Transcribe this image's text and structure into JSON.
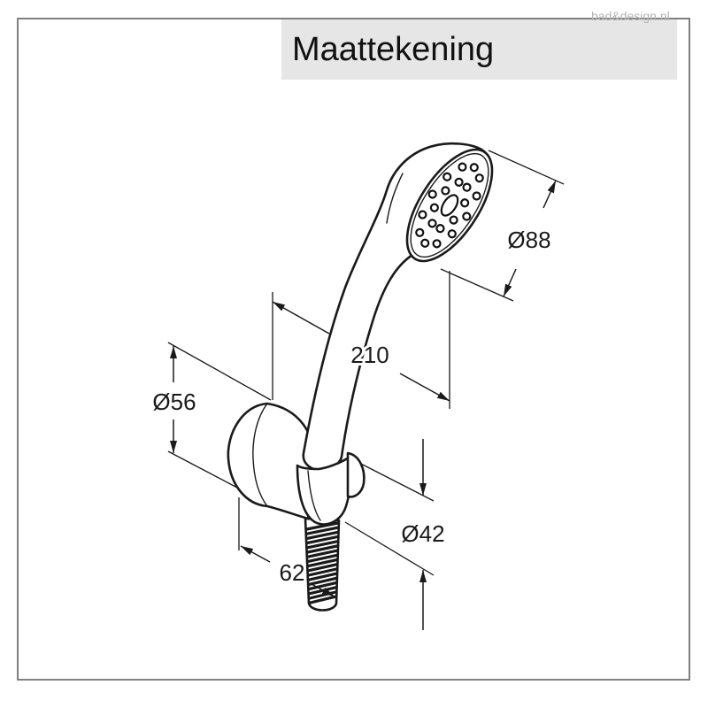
{
  "header": {
    "title": "Maattekening"
  },
  "watermark": {
    "text": "bad&design.nl"
  },
  "dimensions": {
    "head_diameter": "Ø88",
    "overall_length": "210",
    "holder_diameter": "Ø56",
    "hose_diameter": "Ø42",
    "holder_projection": "62"
  },
  "colors": {
    "line": "#1a1a1a",
    "header_background": "#e6e6e6",
    "frame": "#808080",
    "watermark": "#b5b5b5"
  }
}
